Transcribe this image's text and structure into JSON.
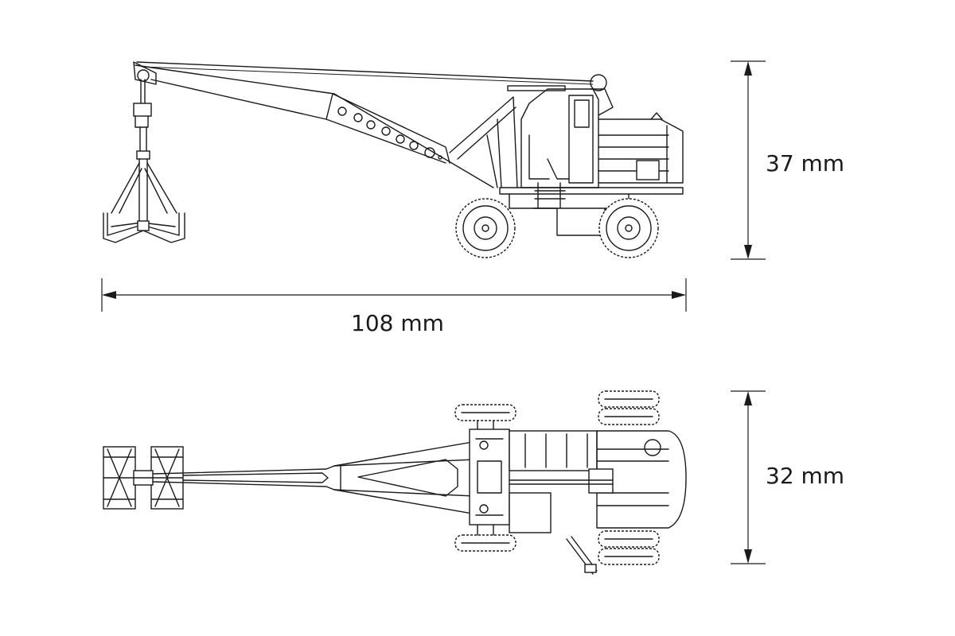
{
  "dimensions": {
    "height_label": "37 mm",
    "length_label": "108 mm",
    "width_label": "32 mm"
  },
  "colors": {
    "line": "#1a1a1a",
    "background": "#ffffff"
  }
}
